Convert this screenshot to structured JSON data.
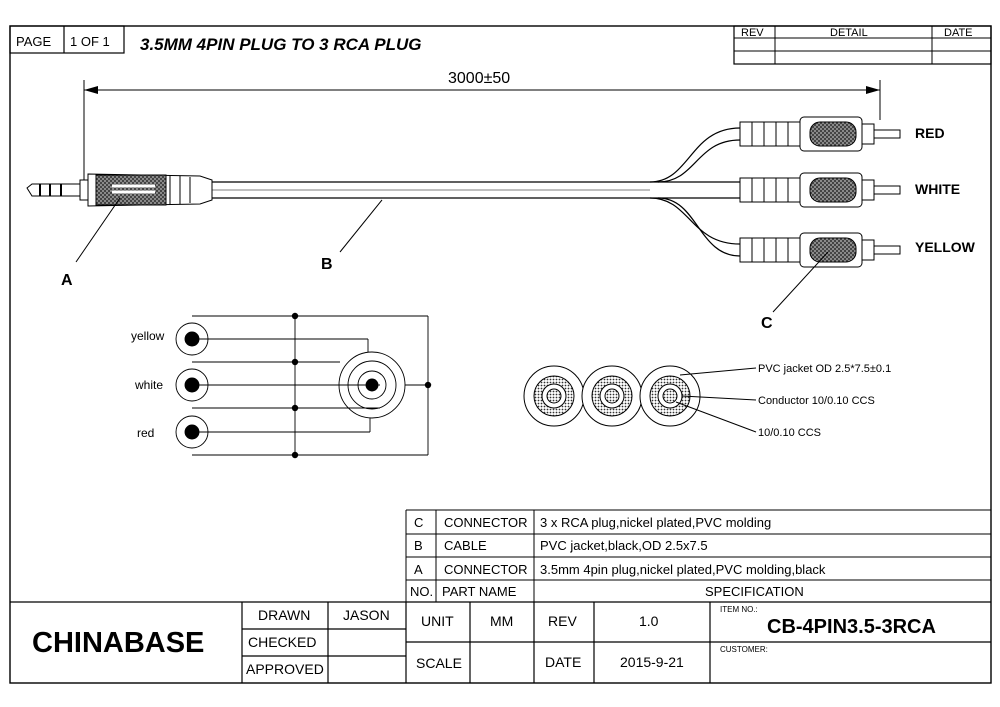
{
  "header": {
    "page_label": "PAGE",
    "page_value": "1 OF 1",
    "title": "3.5MM 4PIN PLUG TO 3 RCA PLUG",
    "rev_col": "REV",
    "detail_col": "DETAIL",
    "date_col": "DATE"
  },
  "drawing": {
    "length": "3000±50",
    "labels": {
      "a": "A",
      "b": "B",
      "c": "C"
    },
    "plugs": [
      "RED",
      "WHITE",
      "YELLOW"
    ]
  },
  "schematic": {
    "wires": [
      "yellow",
      "white",
      "red"
    ]
  },
  "cross_section": {
    "jacket": "PVC jacket OD 2.5*7.5±0.1",
    "conductor": "Conductor 10/0.10 CCS",
    "strand": "10/0.10 CCS"
  },
  "bom": {
    "rows": [
      {
        "no": "C",
        "part": "CONNECTOR",
        "spec": "3 x RCA plug,nickel plated,PVC molding"
      },
      {
        "no": "B",
        "part": "CABLE",
        "spec": "PVC jacket,black,OD 2.5x7.5"
      },
      {
        "no": "A",
        "part": "CONNECTOR",
        "spec": "3.5mm 4pin plug,nickel plated,PVC molding,black"
      }
    ],
    "header": {
      "no": "NO.",
      "part": "PART NAME",
      "spec": "SPECIFICATION"
    }
  },
  "title_block": {
    "company": "CHINABASE",
    "drawn_label": "DRAWN",
    "drawn_value": "JASON",
    "checked_label": "CHECKED",
    "approved_label": "APPROVED",
    "unit_label": "UNIT",
    "unit_value": "MM",
    "rev_label": "REV",
    "rev_value": "1.0",
    "scale_label": "SCALE",
    "date_label": "DATE",
    "date_value": "2015-9-21",
    "item_no_label": "ITEM NO.:",
    "item_no_value": "CB-4PIN3.5-3RCA",
    "customer_label": "CUSTOMER:"
  }
}
